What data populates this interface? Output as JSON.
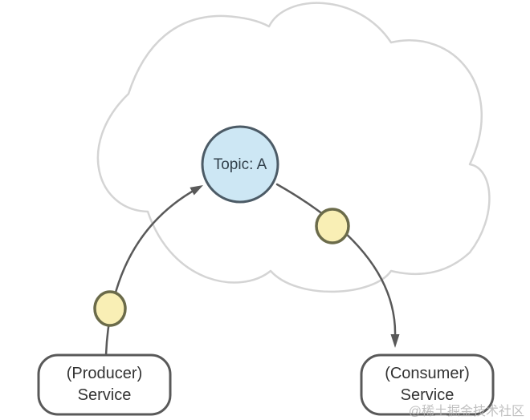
{
  "diagram": {
    "topic": {
      "label": "Topic: A"
    },
    "producer": {
      "line1": "(Producer)",
      "line2": "Service"
    },
    "consumer": {
      "line1": "(Consumer)",
      "line2": "Service"
    },
    "watermark": "@稀土掘金技术社区"
  },
  "colors": {
    "background": "#ffffff",
    "cloud_stroke": "#d4d4d4",
    "cloud_fill": "#ffffff",
    "arrow": "#595959",
    "topic_fill": "#cde7f4",
    "topic_stroke": "#4c5b66",
    "topic_text": "#33424d",
    "dot_fill": "#f9efb5",
    "dot_stroke": "#6b6b4a",
    "box_fill": "#ffffff",
    "box_stroke": "#595959",
    "box_text": "#333333",
    "watermark": "#b5b5b5"
  }
}
